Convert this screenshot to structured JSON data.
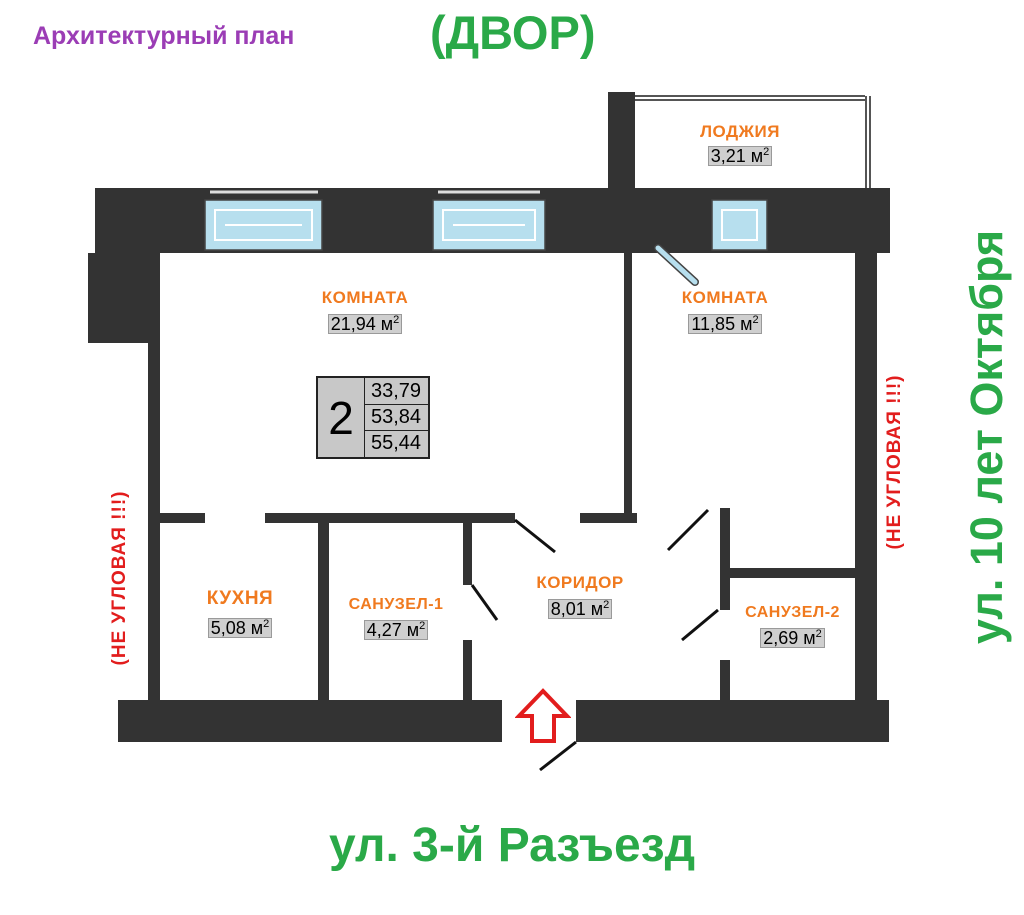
{
  "header": {
    "plan_title": "Архитектурный план",
    "courtyard": "(ДВОР)"
  },
  "streets": {
    "bottom": "ул. 3-й Разъезд",
    "right": "ул. 10 лет Октября"
  },
  "warnings": {
    "left": "(НЕ УГЛОВАЯ !!!)",
    "right": "(НЕ УГЛОВАЯ !!!)"
  },
  "rooms": {
    "room1": {
      "name": "КОМНАТА",
      "area": "21,94",
      "unit": "м"
    },
    "room2": {
      "name": "КОМНАТА",
      "area": "11,85",
      "unit": "м"
    },
    "loggia": {
      "name": "ЛОДЖИЯ",
      "area": "3,21",
      "unit": "м"
    },
    "kitchen": {
      "name": "КУХНЯ",
      "area": "5,08",
      "unit": "м"
    },
    "bath1": {
      "name": "САНУЗЕЛ-1",
      "area": "4,27",
      "unit": "м"
    },
    "corridor": {
      "name": "КОРИДОР",
      "area": "8,01",
      "unit": "м"
    },
    "bath2": {
      "name": "САНУЗЕЛ-2",
      "area": "2,69",
      "unit": "м"
    }
  },
  "area_sup": "2",
  "summary": {
    "rooms_count": "2",
    "living_area": "33,79",
    "total_area": "53,84",
    "total_with_loggia": "55,44"
  },
  "colors": {
    "purple": "#9b3db5",
    "green": "#2aa948",
    "orange": "#f07a1f",
    "red": "#e21d1d",
    "wall": "#333333",
    "window": "#b7dfee"
  },
  "icons": {
    "entrance": "arrow-up-icon"
  }
}
